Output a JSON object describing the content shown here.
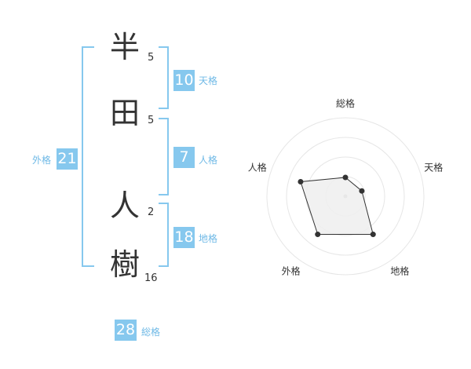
{
  "name": {
    "chars": [
      {
        "char": "半",
        "strokes": "5"
      },
      {
        "char": "田",
        "strokes": "5"
      },
      {
        "char": "人",
        "strokes": "2"
      },
      {
        "char": "樹",
        "strokes": "16"
      }
    ]
  },
  "scores": {
    "tenkaku": {
      "value": "10",
      "label": "天格"
    },
    "jinkaku": {
      "value": "7",
      "label": "人格"
    },
    "chikaku": {
      "value": "18",
      "label": "地格"
    },
    "gaikaku": {
      "value": "21",
      "label": "外格"
    },
    "soukaku": {
      "value": "28",
      "label": "総格"
    }
  },
  "radar": {
    "axes": [
      "総格",
      "天格",
      "地格",
      "外格",
      "人格"
    ],
    "levels": 4,
    "values": [
      1.2,
      1.1,
      3.0,
      3.0,
      3.0
    ],
    "max": 5,
    "colors": {
      "grid": "#e6e6e6",
      "fill": "#eeeeee",
      "line": "#333333",
      "point": "#333333",
      "center": "#bbbbbb"
    }
  },
  "colors": {
    "accent": "#86c8ee",
    "label_text": "#6fb9e6"
  }
}
